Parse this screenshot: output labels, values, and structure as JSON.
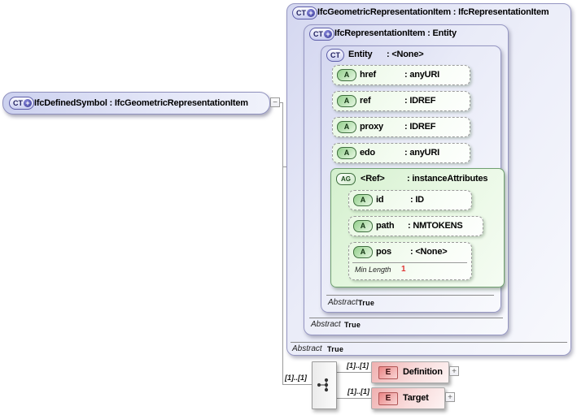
{
  "root": {
    "badge": "CT",
    "plus": "+",
    "label": "IfcDefinedSymbol : IfcGeometricRepresentationItem",
    "collapse": "−"
  },
  "outer": {
    "badge": "CT",
    "plus": "+",
    "label": "IfcGeometricRepresentationItem : IfcRepresentationItem",
    "abstract": {
      "label": "Abstract",
      "value": "True"
    }
  },
  "middle": {
    "badge": "CT",
    "plus": "+",
    "label": "IfcRepresentationItem : Entity",
    "abstract": {
      "label": "Abstract",
      "value": "True"
    }
  },
  "entity": {
    "badge": "CT",
    "name": "Entity",
    "type": ": <None>",
    "abstract": {
      "label": "Abstract",
      "value": "True"
    }
  },
  "attrs": [
    {
      "badge": "A",
      "name": "href",
      "type": ": anyURI"
    },
    {
      "badge": "A",
      "name": "ref",
      "type": ": IDREF"
    },
    {
      "badge": "A",
      "name": "proxy",
      "type": ": IDREF"
    },
    {
      "badge": "A",
      "name": "edo",
      "type": ": anyURI"
    }
  ],
  "group": {
    "badge": "AG",
    "name": "<Ref>",
    "type": ": instanceAttributes",
    "attrs": [
      {
        "badge": "A",
        "name": "id",
        "type": ": ID"
      },
      {
        "badge": "A",
        "name": "path",
        "type": ": NMTOKENS"
      },
      {
        "badge": "A",
        "name": "pos",
        "type": ": <None>"
      }
    ],
    "facet": {
      "label": "Min Length",
      "value": "1"
    }
  },
  "model": {
    "seq_cardinality": "[1]..[1]",
    "children": [
      {
        "badge": "E",
        "label": "Definition",
        "cardinality": "[1]..[1]",
        "expand": "+"
      },
      {
        "badge": "E",
        "label": "Target",
        "cardinality": "[1]..[1]",
        "expand": "+"
      }
    ]
  },
  "colors": {
    "complex_type_fill": "#dcdff4",
    "complex_type_border": "#9596c2",
    "attribute_fill": "#eaf8e6",
    "attribute_border": "#9a9a9a",
    "group_fill": "#ddf3d8",
    "group_border": "#70a070",
    "element_fill": "#f4c4c4",
    "element_border": "#a9a9a9",
    "facet_value": "#e03434",
    "connector": "#9a9a9a"
  }
}
